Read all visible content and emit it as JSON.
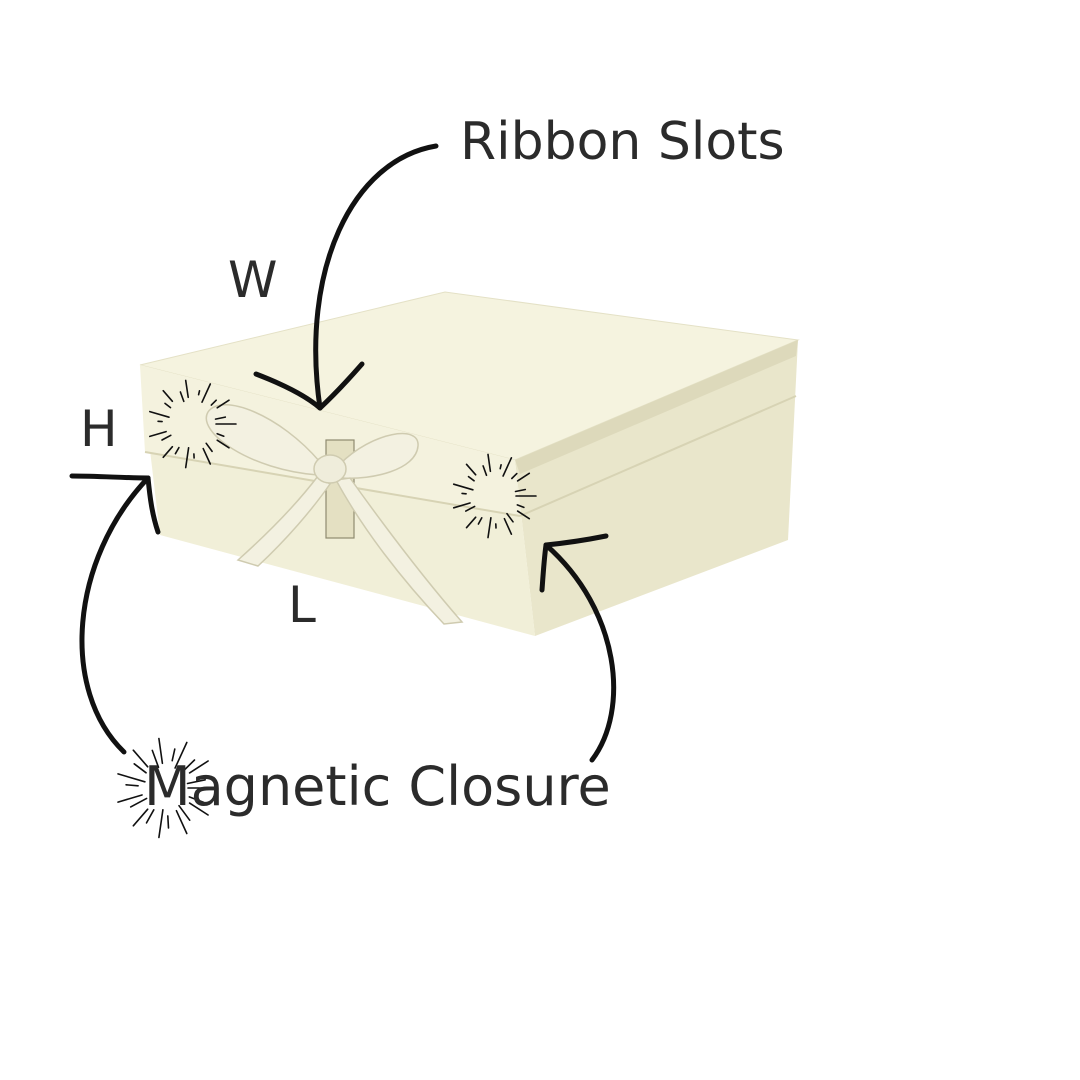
{
  "annotations": {
    "ribbon_slots": "Ribbon Slots",
    "magnetic_closure": "Magnetic Closure"
  },
  "dimensions": {
    "width": "W",
    "height": "H",
    "length": "L"
  },
  "colors": {
    "box_top": "#f5f3df",
    "box_front": "#f1efd8",
    "box_side": "#e7e4c8",
    "ribbon": "#f3f1e1",
    "ink": "#111111",
    "text": "#2b2b2b"
  },
  "icons": {
    "arrow": "hand-drawn-arrow-icon",
    "sparkle": "sparkle-burst-icon"
  }
}
